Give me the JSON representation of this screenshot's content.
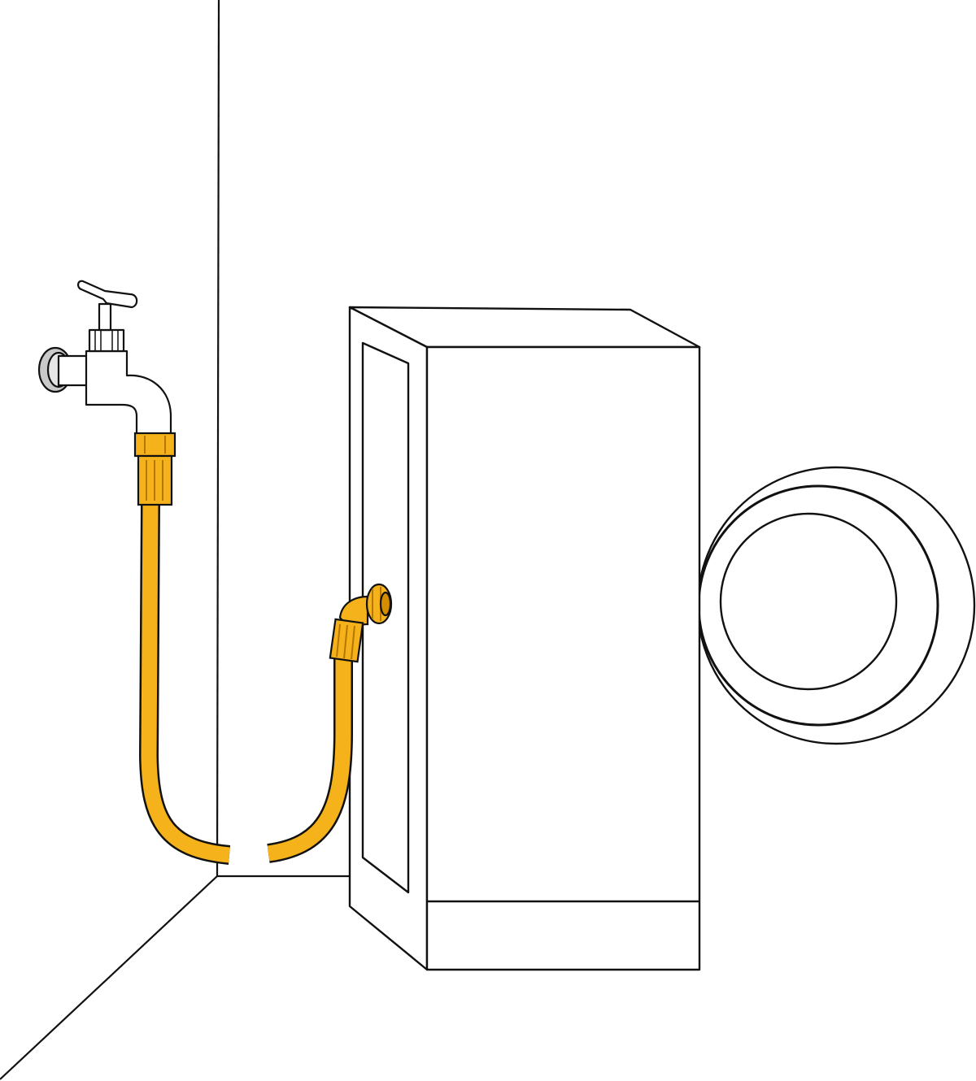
{
  "colors": {
    "background": "#ffffff",
    "outline": "#111111",
    "hose": "#f5b21a",
    "hose_shade": "#d58d00",
    "tap_metal": "#ffffff",
    "tap_flange": "#c8c8c8"
  },
  "objects": {
    "wall_corner": "wall-corner",
    "water_tap": "water-tap-icon",
    "inlet_hose": "inlet-hose",
    "washing_machine": "washing-machine-icon",
    "machine_door": "porthole-door"
  }
}
